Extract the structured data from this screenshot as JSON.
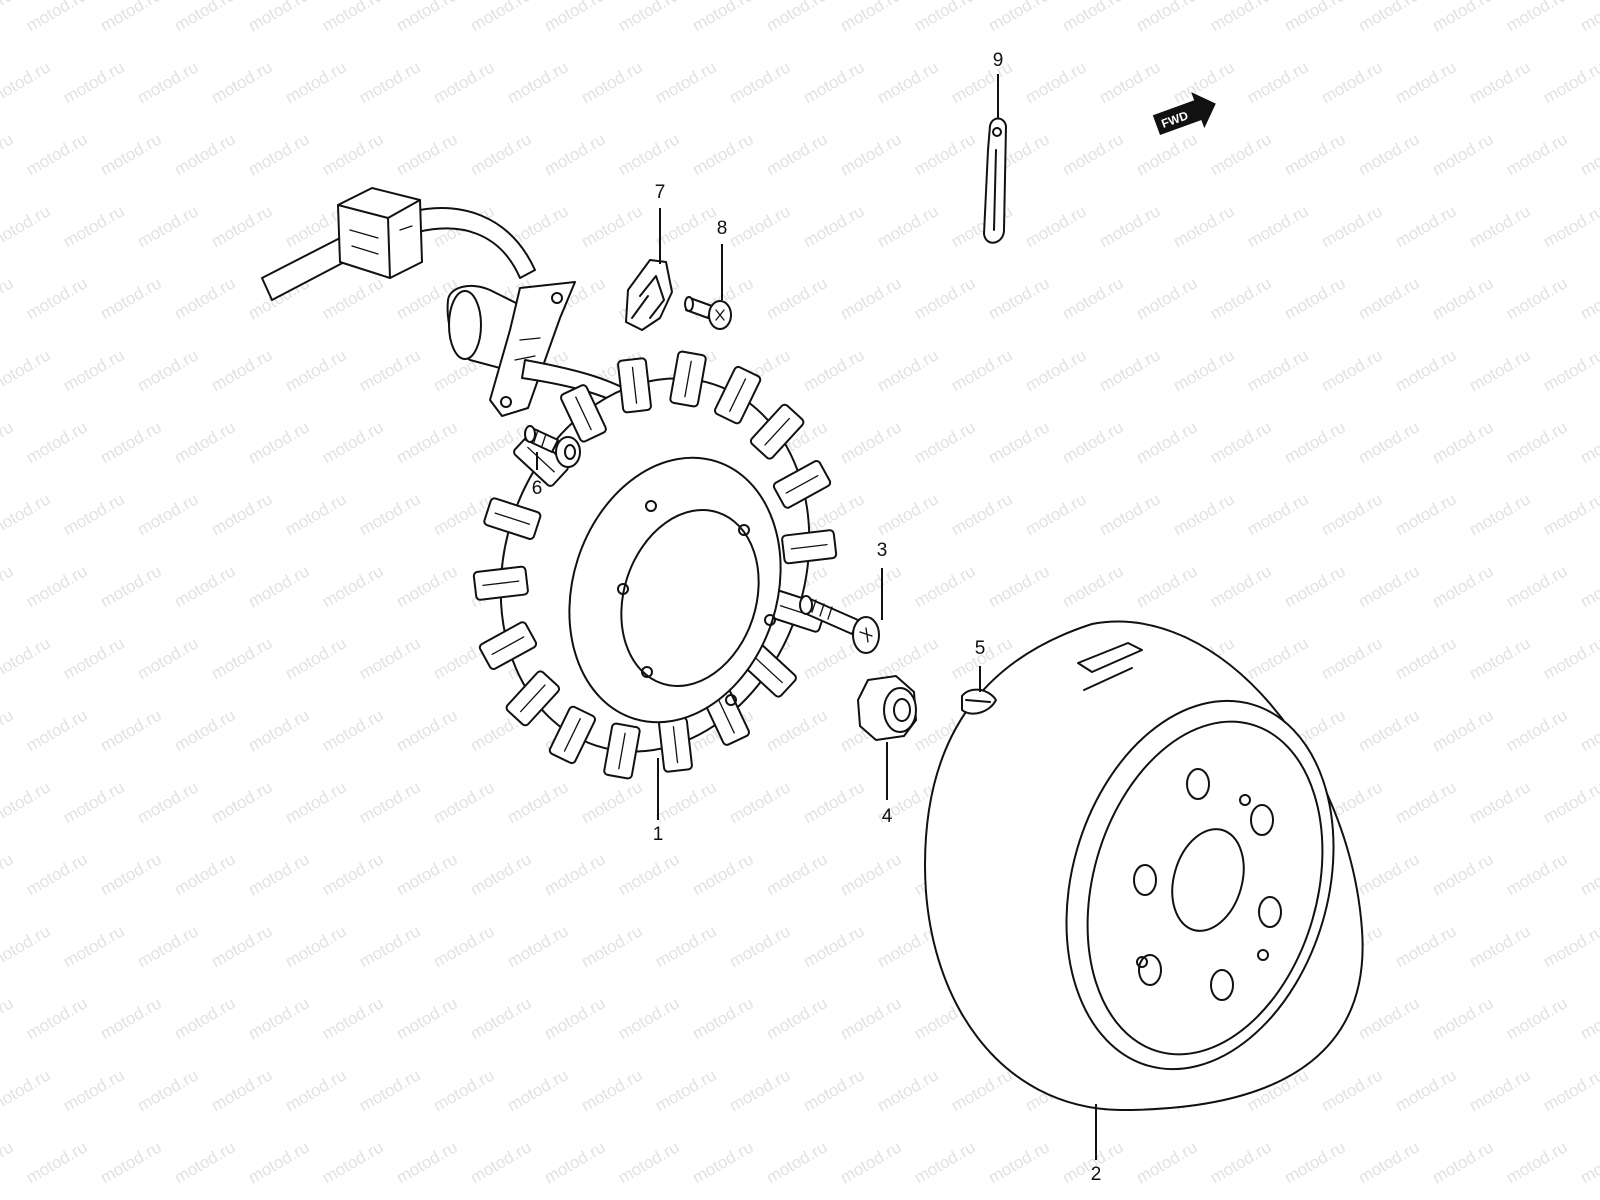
{
  "watermark": {
    "text": "motod.ru",
    "color": "#e2e2e2"
  },
  "fwd_badge": {
    "text": "FWD"
  },
  "callouts": [
    {
      "id": "1",
      "label": "1"
    },
    {
      "id": "2",
      "label": "2"
    },
    {
      "id": "3",
      "label": "3"
    },
    {
      "id": "4",
      "label": "4"
    },
    {
      "id": "5",
      "label": "5"
    },
    {
      "id": "6",
      "label": "6"
    },
    {
      "id": "7",
      "label": "7"
    },
    {
      "id": "8",
      "label": "8"
    },
    {
      "id": "9",
      "label": "9"
    }
  ]
}
